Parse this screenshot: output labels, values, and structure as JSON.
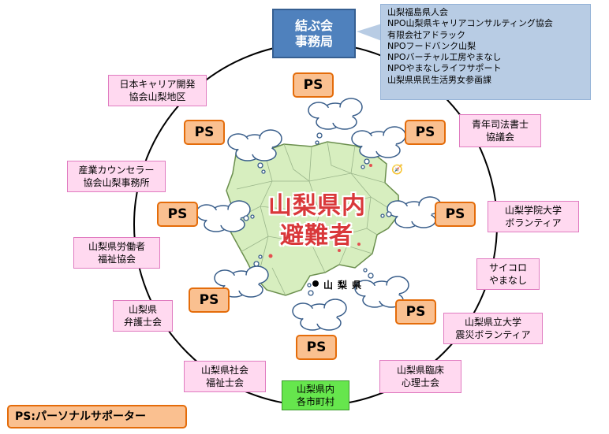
{
  "hq": {
    "line1": "結ぶ会",
    "line2": "事務局"
  },
  "hq_members": [
    "山梨福島県人会",
    "NPO山梨県キャリアコンサルティング協会",
    "有限会社アドラック",
    "NPOフードバンク山梨",
    "NPOバーチャル工房やまなし",
    "NPOやまなしライフサポート",
    "山梨県県民生活男女参画課"
  ],
  "center": {
    "line1": "山梨県内",
    "line2": "避難者"
  },
  "map_label": "山梨県",
  "ps_label": "PS",
  "organizations": {
    "japan_career": [
      "日本キャリア開発",
      "協会山梨地区"
    ],
    "industrial_counselor": [
      "産業カウンセラー",
      "協会山梨事務所"
    ],
    "labor_welfare": [
      "山梨県労働者",
      "福祉協会"
    ],
    "bar": [
      "山梨県",
      "弁護士会"
    ],
    "social_worker": [
      "山梨県社会",
      "福祉士会"
    ],
    "judicial_scrivener": [
      "青年司法書士",
      "協議会"
    ],
    "gakuin_univ": [
      "山梨学院大学",
      "ボランティア"
    ],
    "psycoro": [
      "サイコロ",
      "やまなし"
    ],
    "pref_univ": [
      "山梨県立大学",
      "震災ボランティア"
    ],
    "clinical_psych": [
      "山梨県臨床",
      "心理士会"
    ]
  },
  "municipalities": {
    "line1": "山梨県内",
    "line2": "各市町村"
  },
  "legend": "PS:パーソナルサポーター",
  "colors": {
    "hq": "#4f81bd",
    "callout": "#b8cce4",
    "org": "#ffd9f0",
    "ps": "#fac090",
    "muni": "#66e64d",
    "center_text": "#d9383a",
    "map": "#d7eebf"
  }
}
